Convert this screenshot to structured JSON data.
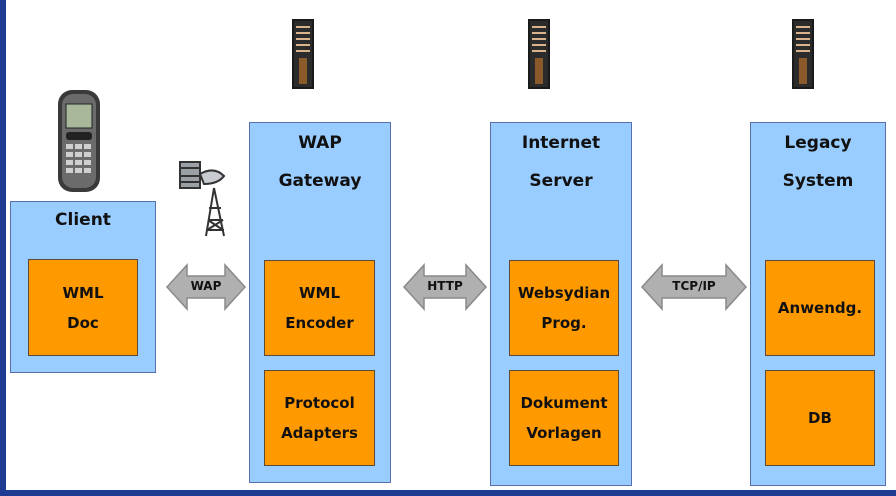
{
  "colors": {
    "node_fill": "#99ccff",
    "component_fill": "#ff9900",
    "arrow_fill": "#b0b0b0",
    "frame": "#1f3a93"
  },
  "client": {
    "title": "Client",
    "components": [
      {
        "lines": [
          "WML",
          "Doc"
        ]
      }
    ]
  },
  "gateway": {
    "title_lines": [
      "WAP",
      "Gateway"
    ],
    "components": [
      {
        "lines": [
          "WML",
          "Encoder"
        ]
      },
      {
        "lines": [
          "Protocol",
          "Adapters"
        ]
      }
    ]
  },
  "internet_server": {
    "title_lines": [
      "Internet",
      "Server"
    ],
    "components": [
      {
        "lines": [
          "Websydian",
          "Prog."
        ]
      },
      {
        "lines": [
          "Dokument",
          "Vorlagen"
        ]
      }
    ]
  },
  "legacy": {
    "title_lines": [
      "Legacy",
      "System"
    ],
    "components": [
      {
        "lines": [
          "Anwendg."
        ]
      },
      {
        "lines": [
          "DB"
        ]
      }
    ]
  },
  "connections": [
    {
      "label": "WAP",
      "icon": "double-arrow-icon"
    },
    {
      "label": "HTTP",
      "icon": "double-arrow-icon"
    },
    {
      "label": "TCP/IP",
      "icon": "double-arrow-icon"
    }
  ],
  "icons": {
    "phone": "mobile-phone-icon",
    "antenna": "antenna-tower-icon",
    "server": "server-tower-icon"
  }
}
